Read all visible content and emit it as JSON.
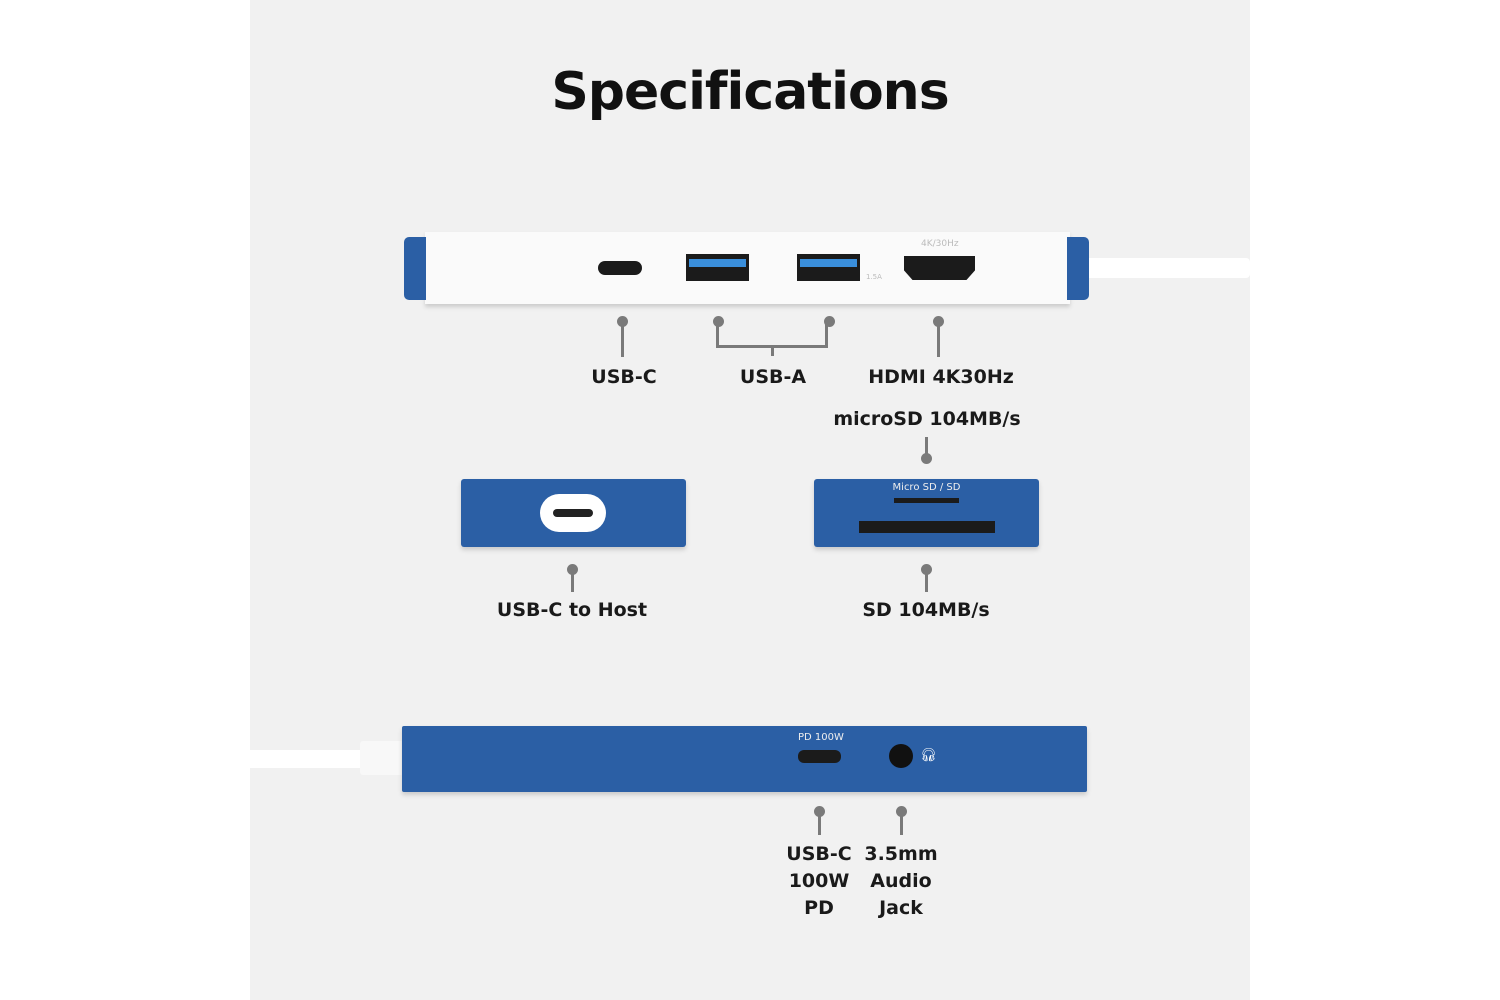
{
  "title": "Specifications",
  "device_labels": {
    "hdmi_marking": "4K/30Hz",
    "usb_a_marking": "1.5A",
    "card_marking": "Micro SD / SD",
    "pd_marking": "PD 100W"
  },
  "callouts": {
    "usb_c": "USB-C",
    "usb_a": "USB-A",
    "hdmi": "HDMI 4K30Hz",
    "microsd": "microSD 104MB/s",
    "usb_c_host": "USB-C to Host",
    "sd": "SD 104MB/s",
    "usb_c_pd": [
      "USB-C",
      "100W",
      "PD"
    ],
    "audio": [
      "3.5mm",
      "Audio",
      "Jack"
    ]
  },
  "colors": {
    "body_blue": "#2b5fa5",
    "background": "#f1f1f1"
  }
}
